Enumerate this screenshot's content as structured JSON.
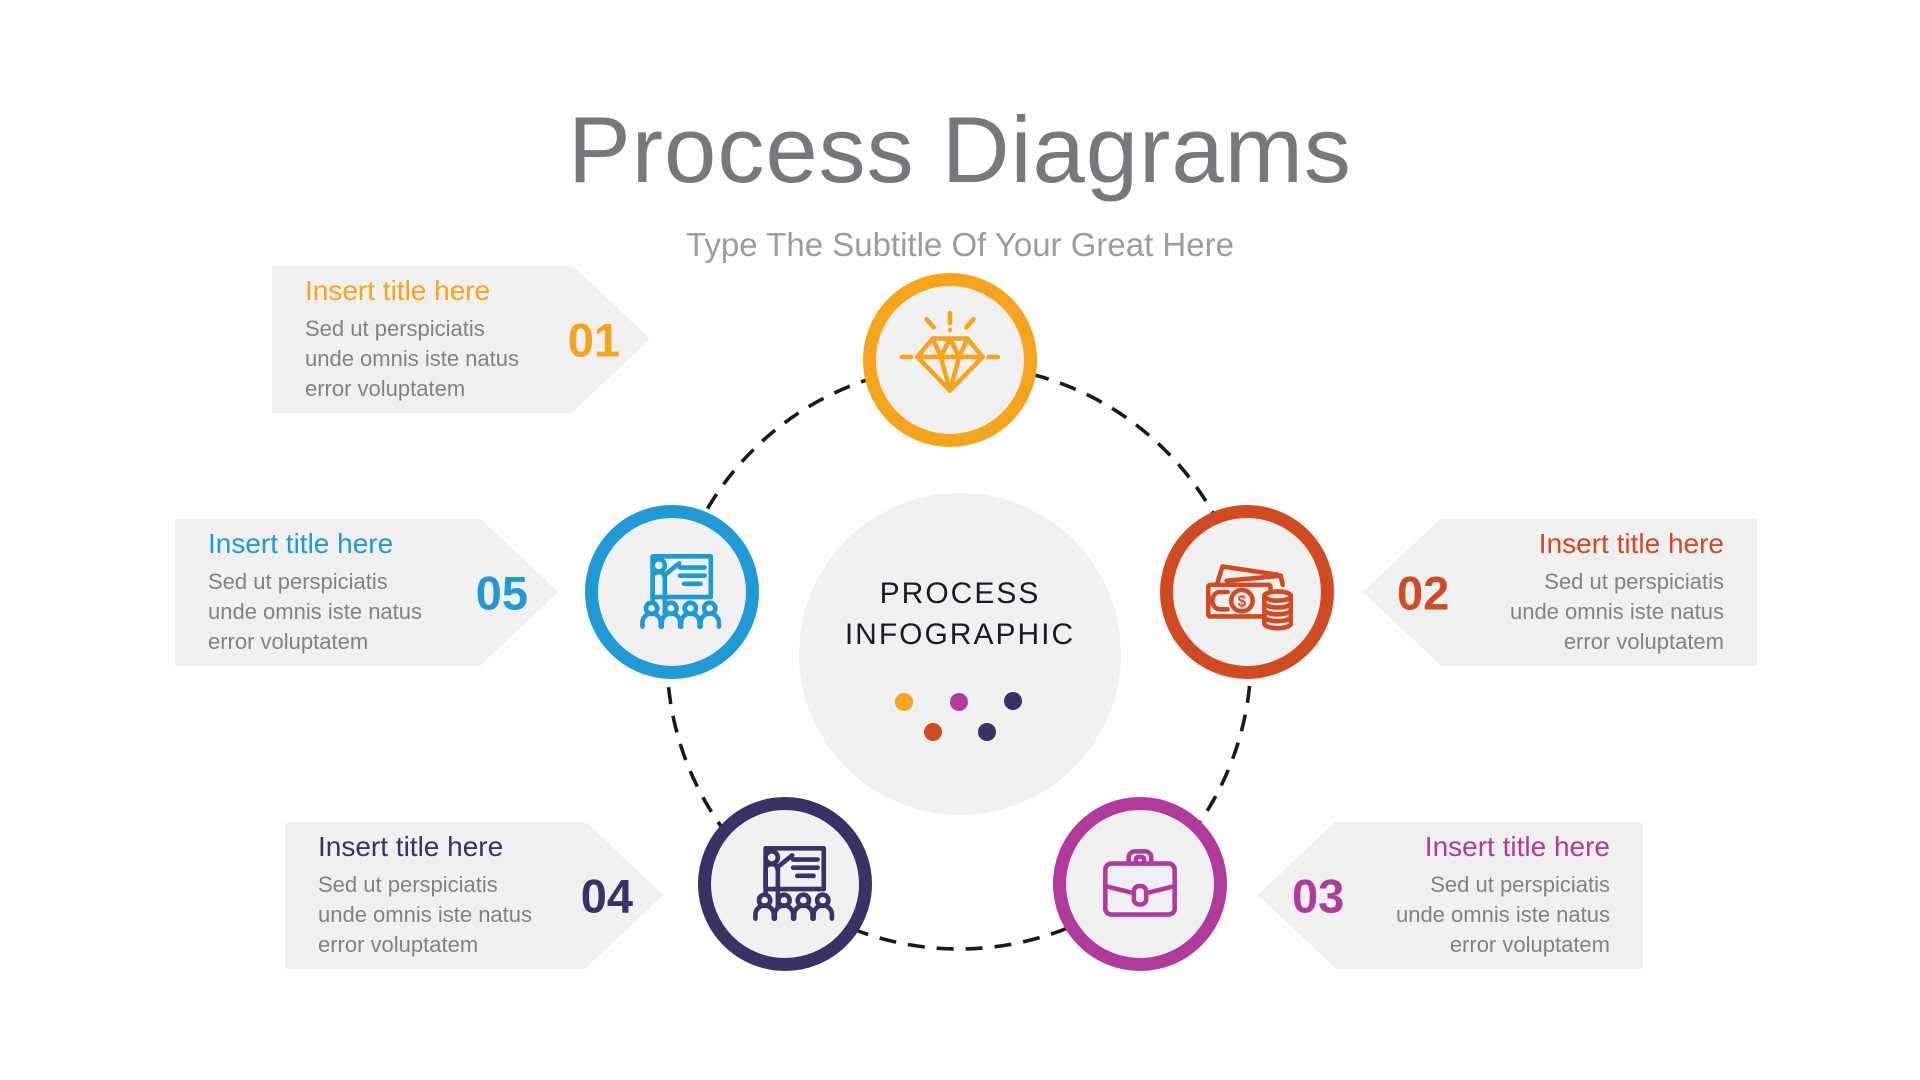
{
  "header": {
    "title": "Process Diagrams",
    "subtitle": "Type The Subtitle Of Your Great Here"
  },
  "center": {
    "title_line1": "PROCESS",
    "title_line2": "INFOGRAPHIC"
  },
  "colors": {
    "yellow": "#F6A41C",
    "red_orange": "#D14A21",
    "magenta": "#B13A9D",
    "indigo": "#3A3166",
    "blue": "#1E9AD6",
    "box_gray": "#F0F0F1",
    "title_gray": "#77787B",
    "subtitle_gray": "#9B9CA0",
    "body_gray": "#808286",
    "center_text": "#1B1B26",
    "dash": "#1A1A1A"
  },
  "callouts": [
    {
      "number": "01",
      "title": "Insert title here",
      "body": "Sed ut perspiciatis unde omnis iste natus error voluptatem",
      "accent": "#F6A41C"
    },
    {
      "number": "02",
      "title": "Insert title here",
      "body": "Sed ut perspiciatis unde omnis iste natus error voluptatem",
      "accent": "#D14A21"
    },
    {
      "number": "03",
      "title": "Insert title here",
      "body": "Sed ut perspiciatis unde omnis iste natus error voluptatem",
      "accent": "#B13A9D"
    },
    {
      "number": "04",
      "title": "Insert title here",
      "body": "Sed ut perspiciatis unde omnis iste natus error voluptatem",
      "accent": "#3A3166"
    },
    {
      "number": "05",
      "title": "Insert title here",
      "body": "Sed ut perspiciatis unde omnis iste natus error voluptatem",
      "accent": "#1E9AD6"
    }
  ],
  "nodes": [
    {
      "icon": "diamond-icon",
      "color": "#F6A41C"
    },
    {
      "icon": "money-icon",
      "color": "#D14A21"
    },
    {
      "icon": "briefcase-icon",
      "color": "#B13A9D"
    },
    {
      "icon": "presentation-icon",
      "color": "#3A3166"
    },
    {
      "icon": "presentation-icon",
      "color": "#1E9AD6"
    }
  ],
  "center_dots": [
    "#F6A41C",
    "#B13A9D",
    "#3A3166",
    "#D14A21",
    "#3A3166"
  ]
}
